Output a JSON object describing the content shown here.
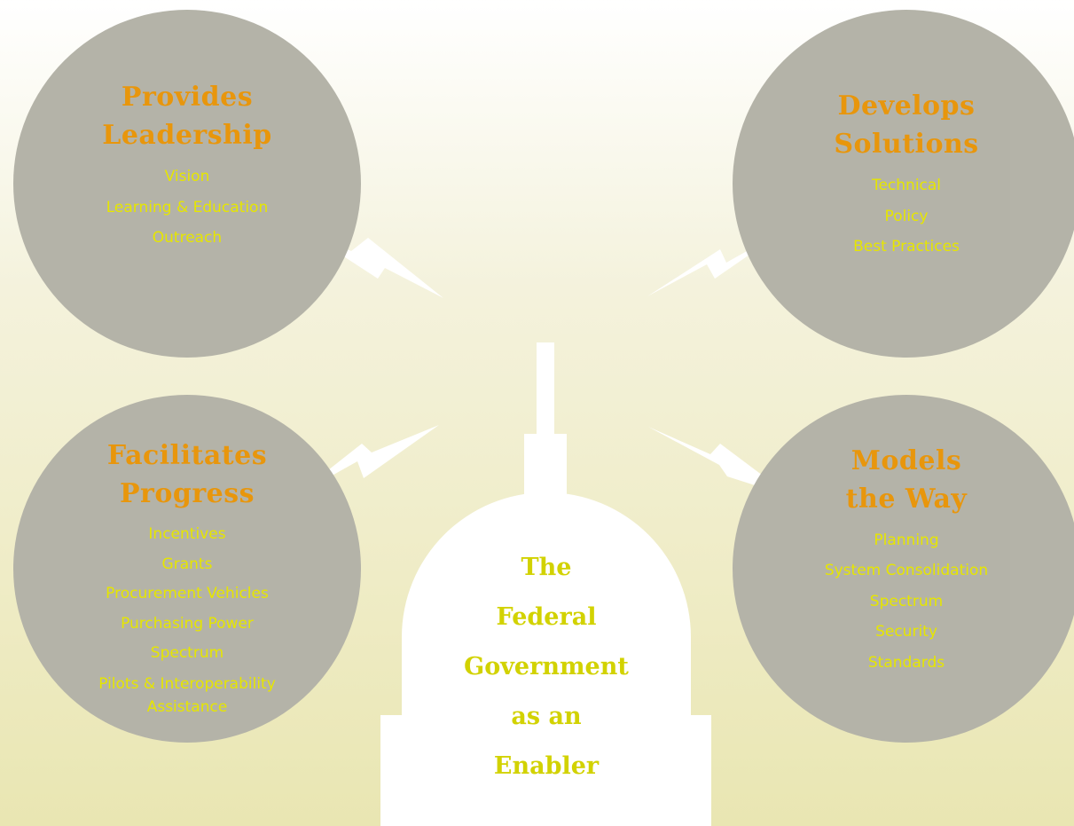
{
  "colors": {
    "circle": "#b4b3a8",
    "title": "#e8960c",
    "item": "#e6e600",
    "center_text": "#d2d200",
    "capitol": "#ffffff",
    "bolt": "#ffffff"
  },
  "top_left": {
    "title_line1": "Provides",
    "title_line2": "Leadership",
    "items": [
      "Vision",
      "Learning & Education",
      "Outreach"
    ]
  },
  "top_right": {
    "title_line1": "Develops",
    "title_line2": "Solutions",
    "items": [
      "Technical",
      "Policy",
      "Best Practices"
    ]
  },
  "bottom_left": {
    "title_line1": "Facilitates",
    "title_line2": "Progress",
    "items": [
      "Incentives",
      "Grants",
      "Procurement Vehicles",
      "Purchasing Power",
      "Spectrum",
      "Pilots & Interoperability Assistance"
    ]
  },
  "bottom_right": {
    "title_line1": "Models",
    "title_line2": "the Way",
    "items": [
      "Planning",
      "System Consolidation",
      "Spectrum",
      "Security",
      "Standards"
    ]
  },
  "center": {
    "line1": "The",
    "line2": "Federal",
    "line3": "Government",
    "line4": "as an",
    "line5": "Enabler"
  }
}
